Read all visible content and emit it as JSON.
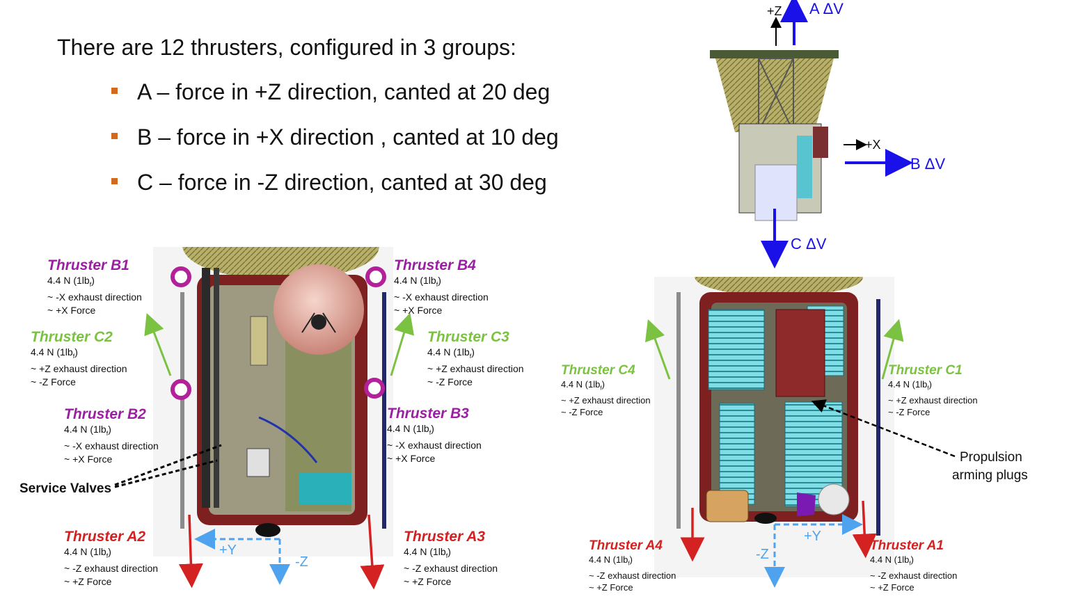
{
  "heading": "There are 12 thrusters, configured in 3 groups:",
  "bullets": [
    "A – force in +Z direction, canted at 20 deg",
    "B – force in +X direction , canted at 10 deg",
    "C – force in -Z direction, canted at 30 deg"
  ],
  "top_diagram": {
    "plus_z": "+Z",
    "a_dv": "A ΔV",
    "plus_x": "+X",
    "b_dv": "B ΔV",
    "c_dv": "C ΔV"
  },
  "thrust_unit": "4.4 N (1lb",
  "thrust_sub": "f",
  "thrust_close": ")",
  "thrusters": {
    "B1": {
      "name": "Thruster B1",
      "line2": "~ -X exhaust direction",
      "line3": "~ +X Force"
    },
    "B4": {
      "name": "Thruster B4",
      "line2": "~ -X exhaust direction",
      "line3": "~ +X Force"
    },
    "C2": {
      "name": "Thruster C2",
      "line2": "~ +Z exhaust direction",
      "line3": "~ -Z Force"
    },
    "C3": {
      "name": "Thruster C3",
      "line2": "~ +Z exhaust direction",
      "line3": "~ -Z Force"
    },
    "B2": {
      "name": "Thruster B2",
      "line2": "~ -X exhaust direction",
      "line3": "~ +X Force"
    },
    "B3": {
      "name": "Thruster B3",
      "line2": "~ -X exhaust direction",
      "line3": "~ +X Force"
    },
    "A2": {
      "name": "Thruster A2",
      "line2": "~ -Z exhaust direction",
      "line3": "~ +Z Force"
    },
    "A3": {
      "name": "Thruster A3",
      "line2": "~ -Z exhaust direction",
      "line3": "~ +Z Force"
    },
    "C4": {
      "name": "Thruster C4",
      "line2": "~ +Z exhaust direction",
      "line3": "~ -Z Force"
    },
    "C1": {
      "name": "Thruster C1",
      "line2": "~ +Z exhaust direction",
      "line3": "~ -Z Force"
    },
    "A4": {
      "name": "Thruster A4",
      "line2": "~ -Z exhaust direction",
      "line3": "~ +Z Force"
    },
    "A1": {
      "name": "Thruster A1",
      "line2": "~ -Z exhaust direction",
      "line3": "~ +Z Force"
    }
  },
  "callouts": {
    "service_valves": "Service Valves",
    "propulsion_line1": "Propulsion",
    "propulsion_line2": "arming plugs"
  },
  "axes_left": {
    "plus_y": "+Y",
    "minus_z": "-Z"
  },
  "axes_right": {
    "plus_y": "+Y",
    "minus_z": "-Z"
  },
  "colors": {
    "purple": "#9b1fa3",
    "green": "#7cc242",
    "red": "#d42121",
    "blue": "#1a10e8",
    "light_blue": "#4fa3ee",
    "bullet": "#d2691e"
  }
}
